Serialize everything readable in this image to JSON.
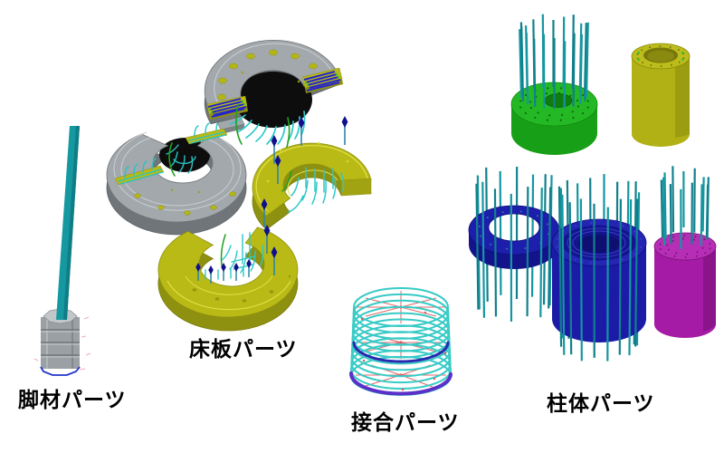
{
  "figure": {
    "background": "#ffffff",
    "labels": {
      "leg": "脚材パーツ",
      "floor": "床板パーツ",
      "joint": "接合パーツ",
      "column": "柱体パーツ"
    },
    "palette": {
      "label_text": "#000000",
      "pile_rod_teal": "#15989f",
      "rebar_teal": "#1596a0",
      "wire_cyan": "#2cc8c8",
      "wire_green": "#1fa020",
      "plate_gray": "#a2a8ac",
      "plate_gray_side": "#6f7579",
      "plate_yellow": "#b9ba16",
      "plate_yellow_side": "#8e9010",
      "pin_head_navy": "#10108c",
      "stripe_blue": "#2525cc",
      "column_green": "#25b825",
      "cylinder_olive": "#b1b115",
      "part_blue": "#1e1eac",
      "part_magenta": "#a51ba5",
      "coil_cyan": "#38cbc6",
      "coil_ring_blue": "#2a2ab0",
      "coil_ring_purple": "#5a30c8",
      "spoke_red": "#e06868",
      "cavity_black": "#0d0d0d"
    }
  }
}
